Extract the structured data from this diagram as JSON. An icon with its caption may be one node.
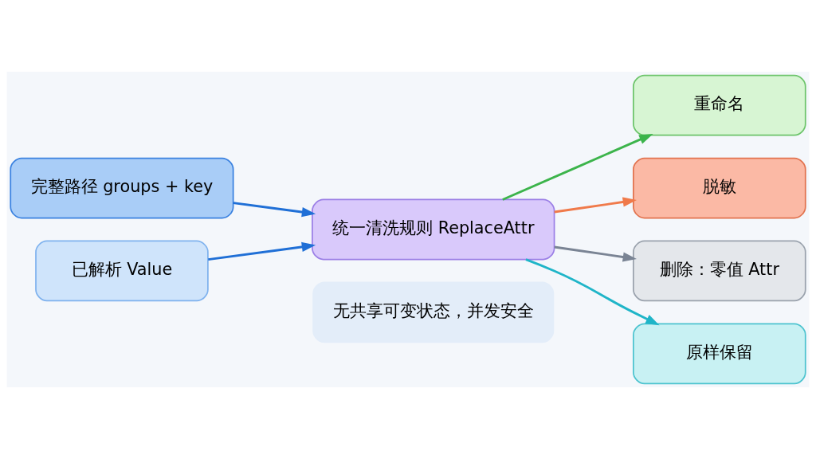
{
  "diagram": {
    "nodes": [
      {
        "text": [
          "完整路径 groups + key"
        ]
      },
      {
        "text": [
          "已解析 Value"
        ]
      },
      {
        "text": [
          "统一清洗规则 ReplaceAttr"
        ]
      },
      {
        "text": [
          "重命名"
        ]
      },
      {
        "text": [
          "脱敏"
        ]
      },
      {
        "text": [
          "删除：零值 Attr"
        ]
      },
      {
        "text": [
          "原样保留"
        ]
      },
      {
        "text": [
          "无共享可变状态，并发安全"
        ]
      }
    ],
    "edges": [
      {
        "from": 0,
        "to": 2,
        "arrow": "to",
        "color": "#1f6fd6"
      },
      {
        "from": 1,
        "to": 2,
        "arrow": "to",
        "color": "#1f6fd6"
      },
      {
        "from": 2,
        "to": 3,
        "arrow": "to",
        "color": "#3cb44b"
      },
      {
        "from": 2,
        "to": 4,
        "arrow": "to",
        "color": "#f07a4a"
      },
      {
        "from": 2,
        "to": 5,
        "arrow": "to",
        "color": "#7a8494"
      },
      {
        "from": 2,
        "to": 6,
        "arrow": "to",
        "color": "#1fb5c8"
      }
    ]
  }
}
